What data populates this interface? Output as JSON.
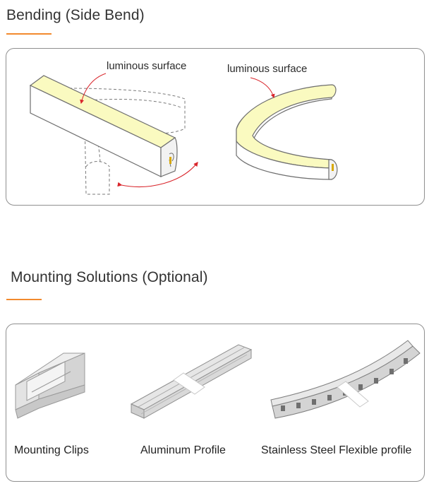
{
  "sections": {
    "bending": {
      "title": "Bending (Side Bend)",
      "labels": {
        "straight": "luminous surface",
        "curved": "luminous surface"
      }
    },
    "mounting": {
      "title": "Mounting Solutions (Optional)",
      "items": [
        {
          "label": "Mounting Clips"
        },
        {
          "label": "Aluminum Profile"
        },
        {
          "label": "Stainless Steel Flexible profile"
        }
      ]
    }
  },
  "colors": {
    "accent": "#f28a2e",
    "luminous": "#fafac0",
    "arrow": "#d9262c",
    "border": "#8f8f8f"
  }
}
